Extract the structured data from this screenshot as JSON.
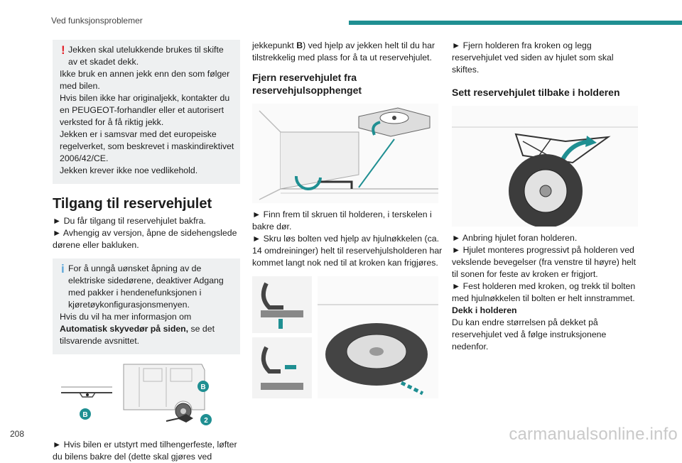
{
  "header": {
    "section": "Ved funksjonsproblemer",
    "accent": "#1f8f92"
  },
  "page_number": "208",
  "watermark": "carmanualsonline.info",
  "col1": {
    "warning": [
      "Jekken skal utelukkende brukes til skifte av et skadet dekk.",
      "Ikke bruk en annen jekk enn den som følger med bilen.",
      "Hvis bilen ikke har originaljekk, kontakter du en PEUGEOT-forhandler eller et autorisert verksted for å få riktig jekk.",
      "Jekken er i samsvar med det europeiske regelverket, som beskrevet i maskindirektivet 2006/42/CE.",
      "Jekken krever ikke noe vedlikehold."
    ],
    "heading": "Tilgang til reservehjulet",
    "steps": [
      "► Du får tilgang til reservehjulet bakfra.",
      "► Avhengig av versjon, åpne de sidehengslede dørene eller bakluken."
    ],
    "info_text": "For å unngå uønsket åpning av de elektriske sidedørene, deaktiver Adgang med pakker i hendenefunksjonen i kjøretøykonfigurasjonsmenyen.",
    "info_more_prefix": "Hvis du vil ha mer informasjon om",
    "info_more_bold": "Automatisk skyvedør på siden,",
    "info_more_suffix": " se det tilsvarende avsnittet.",
    "fig_label_b": "B",
    "fig_label_2": "2",
    "bottom_text": "► Hvis bilen er utstyrt med tilhengerfeste, løfter du bilens bakre del (dette skal gjøres ved"
  },
  "col2": {
    "cont_prefix": "jekkepunkt ",
    "cont_bold": "B",
    "cont_suffix": ") ved hjelp av jekken helt til du har tilstrekkelig med plass for å ta ut reservehjulet.",
    "heading": "Fjern reservehjulet fra reservehjulsopphenget",
    "steps": [
      "► Finn frem til skruen til holderen, i terskelen i bakre dør.",
      "► Skru løs bolten ved hjelp av hjulnøkkelen (ca. 14 omdreininger) helt til reservehjulsholderen har kommet langt nok ned til at kroken kan frigjøres."
    ]
  },
  "col3": {
    "intro": "► Fjern holderen fra kroken og legg reservehjulet ved siden av hjulet som skal skiftes.",
    "heading": "Sett reservehjulet tilbake i holderen",
    "steps": [
      "► Anbring hjulet foran holderen.",
      "► Hjulet monteres progressivt på holderen ved vekslende bevegelser (fra venstre til høyre) helt til sonen for feste av kroken er frigjort.",
      "► Fest holderen med kroken, og trekk til bolten med hjulnøkkelen til bolten er helt innstrammet."
    ],
    "sub_heading": "Dekk i holderen",
    "sub_text": "Du kan endre størrelsen på dekket på reservehjulet ved å følge instruksjonene nedenfor."
  }
}
